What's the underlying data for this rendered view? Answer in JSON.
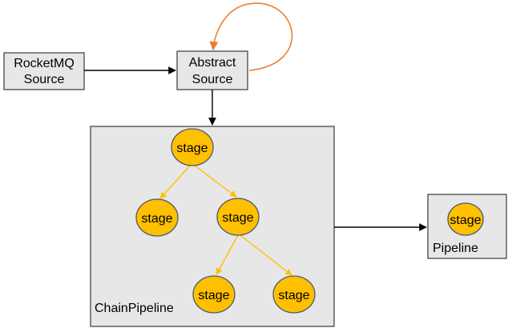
{
  "sources": {
    "rocketmq": {
      "line1": "RocketMQ",
      "line2": "Source"
    },
    "abstract": {
      "line1": "Abstract",
      "line2": "Source"
    }
  },
  "chain_pipeline": {
    "label": "ChainPipeline",
    "stages": {
      "root": "stage",
      "left": "stage",
      "middle": "stage",
      "bottom_left": "stage",
      "bottom_right": "stage"
    }
  },
  "pipeline": {
    "label": "Pipeline",
    "stage": "stage"
  },
  "colors": {
    "box_fill": "#e7e7e7",
    "box_stroke": "#3a3a3a",
    "stage_fill": "#ffc000",
    "stage_stroke": "#4a5a72",
    "stage_edge": "#ffc000",
    "loop_arrow": "#ed7d31",
    "arrow": "#000000"
  }
}
